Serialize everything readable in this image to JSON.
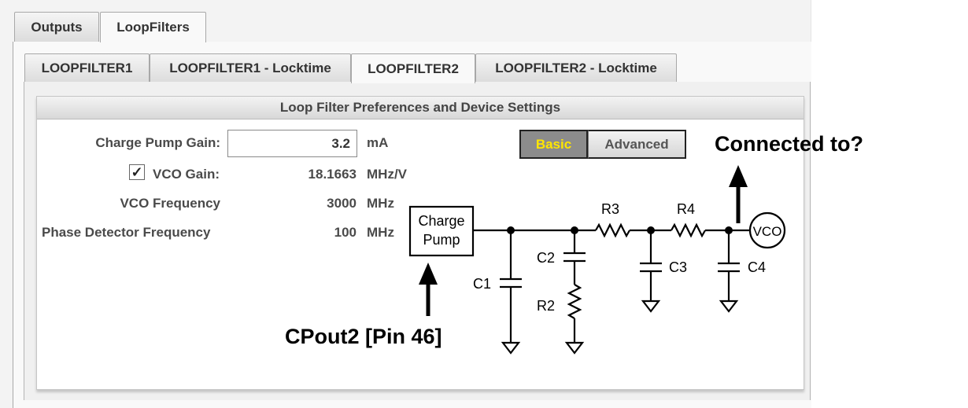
{
  "top_tabs": [
    {
      "label": "Outputs",
      "active": false
    },
    {
      "label": "LoopFilters",
      "active": true
    }
  ],
  "sub_tabs": [
    {
      "label": "LOOPFILTER1",
      "active": false
    },
    {
      "label": "LOOPFILTER1 - Locktime",
      "active": false
    },
    {
      "label": "LOOPFILTER2",
      "active": true
    },
    {
      "label": "LOOPFILTER2 - Locktime",
      "active": false
    }
  ],
  "group_title": "Loop Filter Preferences and Device Settings",
  "fields": {
    "charge_pump_gain": {
      "label": "Charge Pump Gain:",
      "value": "3.2",
      "unit": "mA"
    },
    "vco_gain": {
      "label": "VCO Gain:",
      "value": "18.1663",
      "unit": "MHz/V",
      "checked": true,
      "check_glyph": "✓"
    },
    "vco_frequency": {
      "label": "VCO Frequency",
      "value": "3000",
      "unit": "MHz"
    },
    "phase_detector_frequency": {
      "label": "Phase Detector Frequency",
      "value": "100",
      "unit": "MHz"
    }
  },
  "mode_buttons": {
    "basic": "Basic",
    "advanced": "Advanced",
    "selected": "basic"
  },
  "schematic": {
    "charge_pump_line1": "Charge",
    "charge_pump_line2": "Pump",
    "vco": "VCO",
    "components": {
      "C1": "C1",
      "C2": "C2",
      "C3": "C3",
      "C4": "C4",
      "R2": "R2",
      "R3": "R3",
      "R4": "R4"
    }
  },
  "annotations": {
    "connected_to": "Connected to?",
    "cpout": "CPout2 [Pin 46]"
  },
  "colors": {
    "basic_text": "#ffe600",
    "basic_bg": "#8c8c8c"
  }
}
